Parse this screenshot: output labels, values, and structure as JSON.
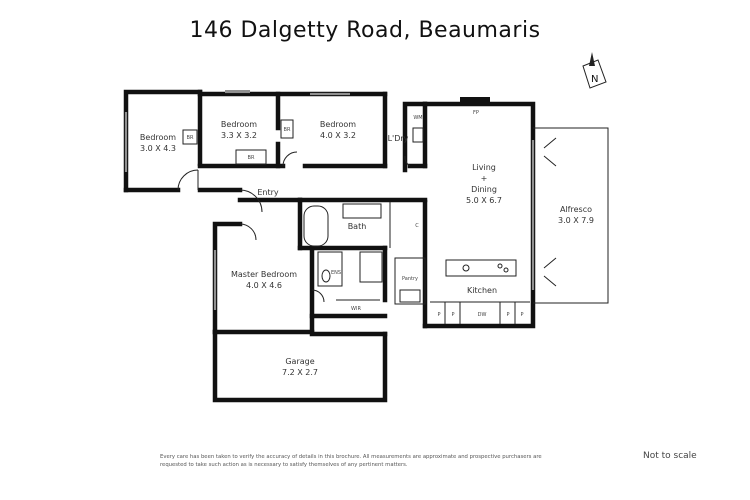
{
  "title": "146 Dalgetty Road, Beaumaris",
  "compass_label": "N",
  "rooms": {
    "bedroom1": {
      "name": "Bedroom",
      "size": "3.0 X 4.3"
    },
    "bedroom2": {
      "name": "Bedroom",
      "size": "3.3 X 3.2"
    },
    "bedroom3": {
      "name": "Bedroom",
      "size": "4.0 X 3.2"
    },
    "ldry": {
      "name": "L'Dry"
    },
    "living": {
      "name1": "Living",
      "plus": "+",
      "name2": "Dining",
      "size": "5.0 X 6.7"
    },
    "alfresco": {
      "name": "Alfresco",
      "size": "3.0 X 7.9"
    },
    "entry": {
      "name": "Entry"
    },
    "bath": {
      "name": "Bath"
    },
    "master": {
      "name": "Master Bedroom",
      "size": "4.0 X 4.6"
    },
    "ens": {
      "name": "ENS"
    },
    "wir": {
      "name": "WIR"
    },
    "pantry": {
      "name": "Pantry"
    },
    "kitchen": {
      "name": "Kitchen"
    },
    "garage": {
      "name": "Garage",
      "size": "7.2 X 2.7"
    }
  },
  "fixture_labels": {
    "br": "BR",
    "wm": "WM",
    "fp": "FP",
    "c": "C",
    "p": "P",
    "dw": "DW"
  },
  "disclaimer": "Every care has been taken to verify the accuracy of details in this brochure. All measurements are approximate and prospective purchasers are requested to take such action as is necessary to satisfy themselves of any pertinent matters.",
  "not_to_scale": "Not to scale"
}
